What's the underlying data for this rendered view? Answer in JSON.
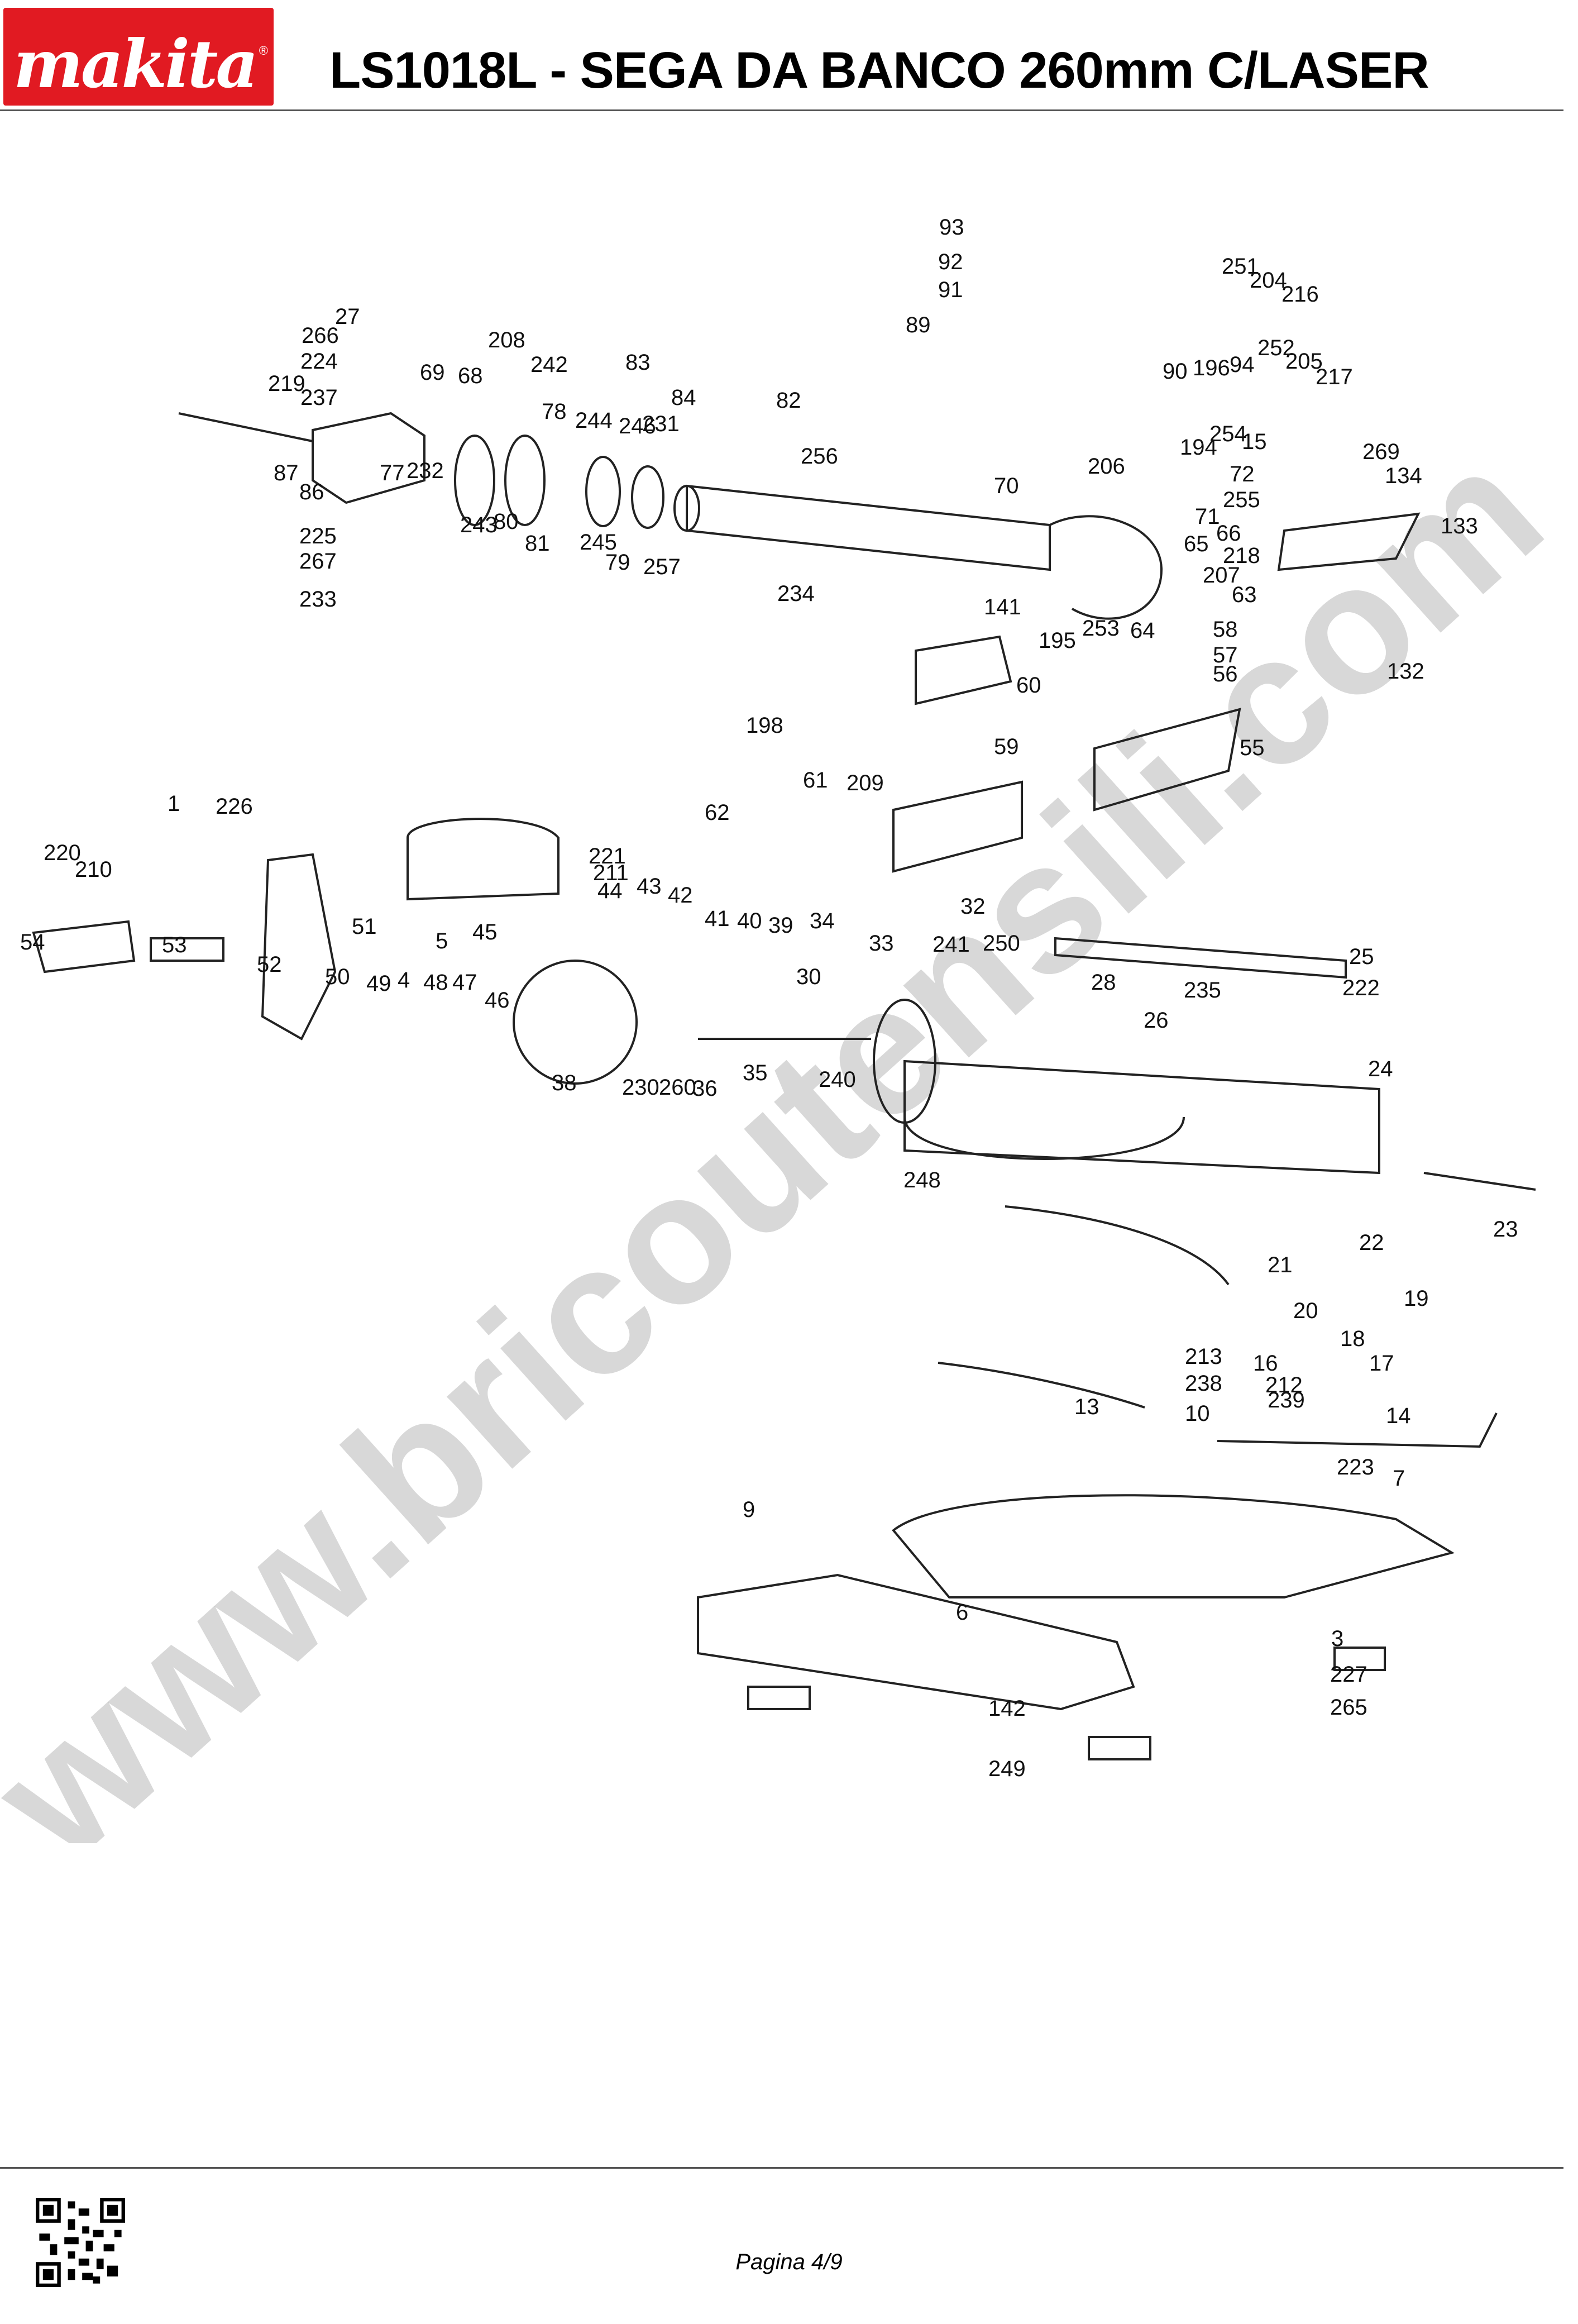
{
  "brand": {
    "logo_text": "makita",
    "registered_mark": "®"
  },
  "header": {
    "title": "LS1018L - SEGA DA BANCO 260mm C/LASER"
  },
  "watermark": {
    "text": "www.bricoutensili.com",
    "color": "#b8b8b8"
  },
  "colors": {
    "brand_red": "#e11a22",
    "rule": "#555555"
  },
  "diagram": {
    "part_numbers": [
      "93",
      "92",
      "91",
      "89",
      "251",
      "204",
      "216",
      "90",
      "196",
      "94",
      "252",
      "205",
      "217",
      "27",
      "266",
      "224",
      "219",
      "237",
      "87",
      "86",
      "77",
      "232",
      "69",
      "68",
      "208",
      "242",
      "83",
      "84",
      "82",
      "78",
      "244",
      "246",
      "231",
      "256",
      "243",
      "80",
      "81",
      "245",
      "79",
      "257",
      "225",
      "267",
      "233",
      "234",
      "70",
      "194",
      "254",
      "15",
      "206",
      "72",
      "255",
      "71",
      "66",
      "65",
      "218",
      "207",
      "63",
      "269",
      "134",
      "133",
      "141",
      "195",
      "253",
      "64",
      "58",
      "57",
      "56",
      "132",
      "60",
      "198",
      "59",
      "61",
      "209",
      "55",
      "62",
      "1",
      "226",
      "220",
      "210",
      "54",
      "53",
      "52",
      "51",
      "50",
      "49",
      "4",
      "5",
      "48",
      "47",
      "46",
      "45",
      "221",
      "211",
      "44",
      "43",
      "42",
      "41",
      "40",
      "39",
      "34",
      "33",
      "32",
      "241",
      "250",
      "30",
      "28",
      "235",
      "26",
      "25",
      "222",
      "38",
      "230",
      "260",
      "36",
      "35",
      "240",
      "248",
      "24",
      "23",
      "22",
      "21",
      "19",
      "20",
      "213",
      "16",
      "18",
      "17",
      "238",
      "212",
      "239",
      "10",
      "14",
      "13",
      "9",
      "223",
      "7",
      "6",
      "3",
      "227",
      "265",
      "142",
      "249"
    ]
  },
  "footer": {
    "page_label": "Pagina 4/9",
    "qr_icon": "qr-code-icon"
  }
}
